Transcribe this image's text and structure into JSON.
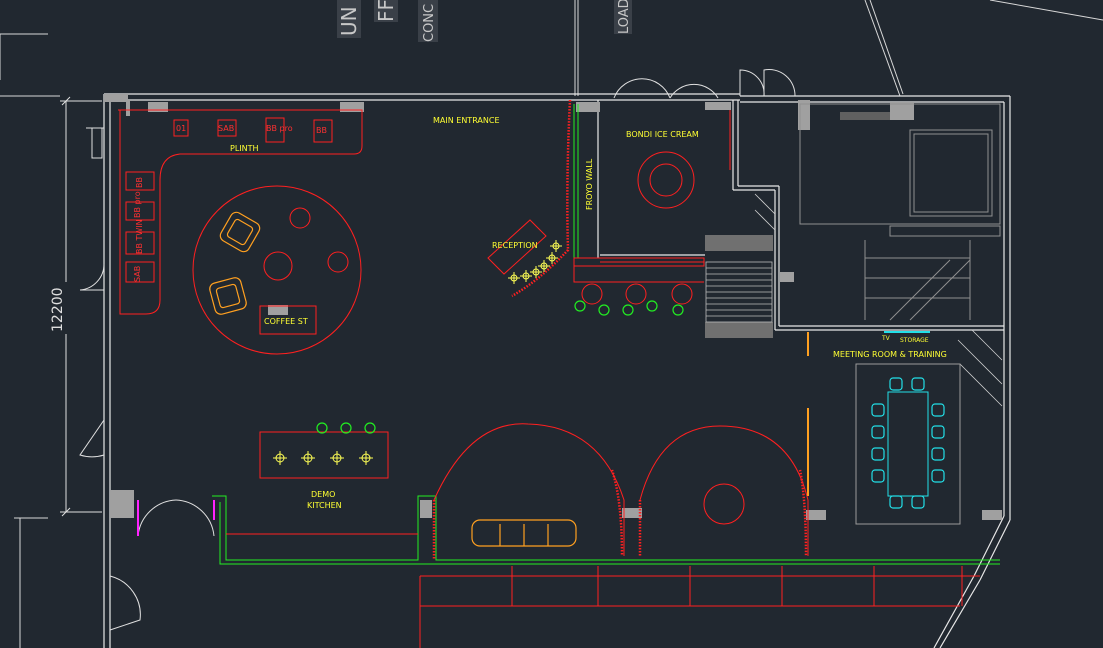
{
  "top_labels": {
    "t1": "UN",
    "t2": "FF",
    "t3": "CONC",
    "t4": "LOAD"
  },
  "dimension": "12200",
  "rooms": {
    "main_entrance": "MAIN ENTRANCE",
    "bondi": "BONDI ICE CREAM",
    "froyo": "FROYO WALL",
    "reception": "RECEPTION",
    "plinth": "PLINTH",
    "coffee": "COFFEE ST",
    "demo_1": "DEMO",
    "demo_2": "KITCHEN",
    "meeting": "MEETING ROOM & TRAINING",
    "storage": "STORAGE",
    "tv": "TV"
  },
  "plinth_items": [
    "01",
    "SAB",
    "BB pro",
    "BB"
  ],
  "side_items": [
    "BB",
    "BB pro",
    "BB TWIN",
    "SAB"
  ],
  "colors": {
    "background": "#212830",
    "wall": "#e8e8e8",
    "furniture": "#ff2020",
    "text": "#ffff33",
    "plants": "#22ee22",
    "meeting_chairs": "#22e0e8",
    "seating": "#ffa020",
    "door_magenta": "#ff22ff"
  }
}
